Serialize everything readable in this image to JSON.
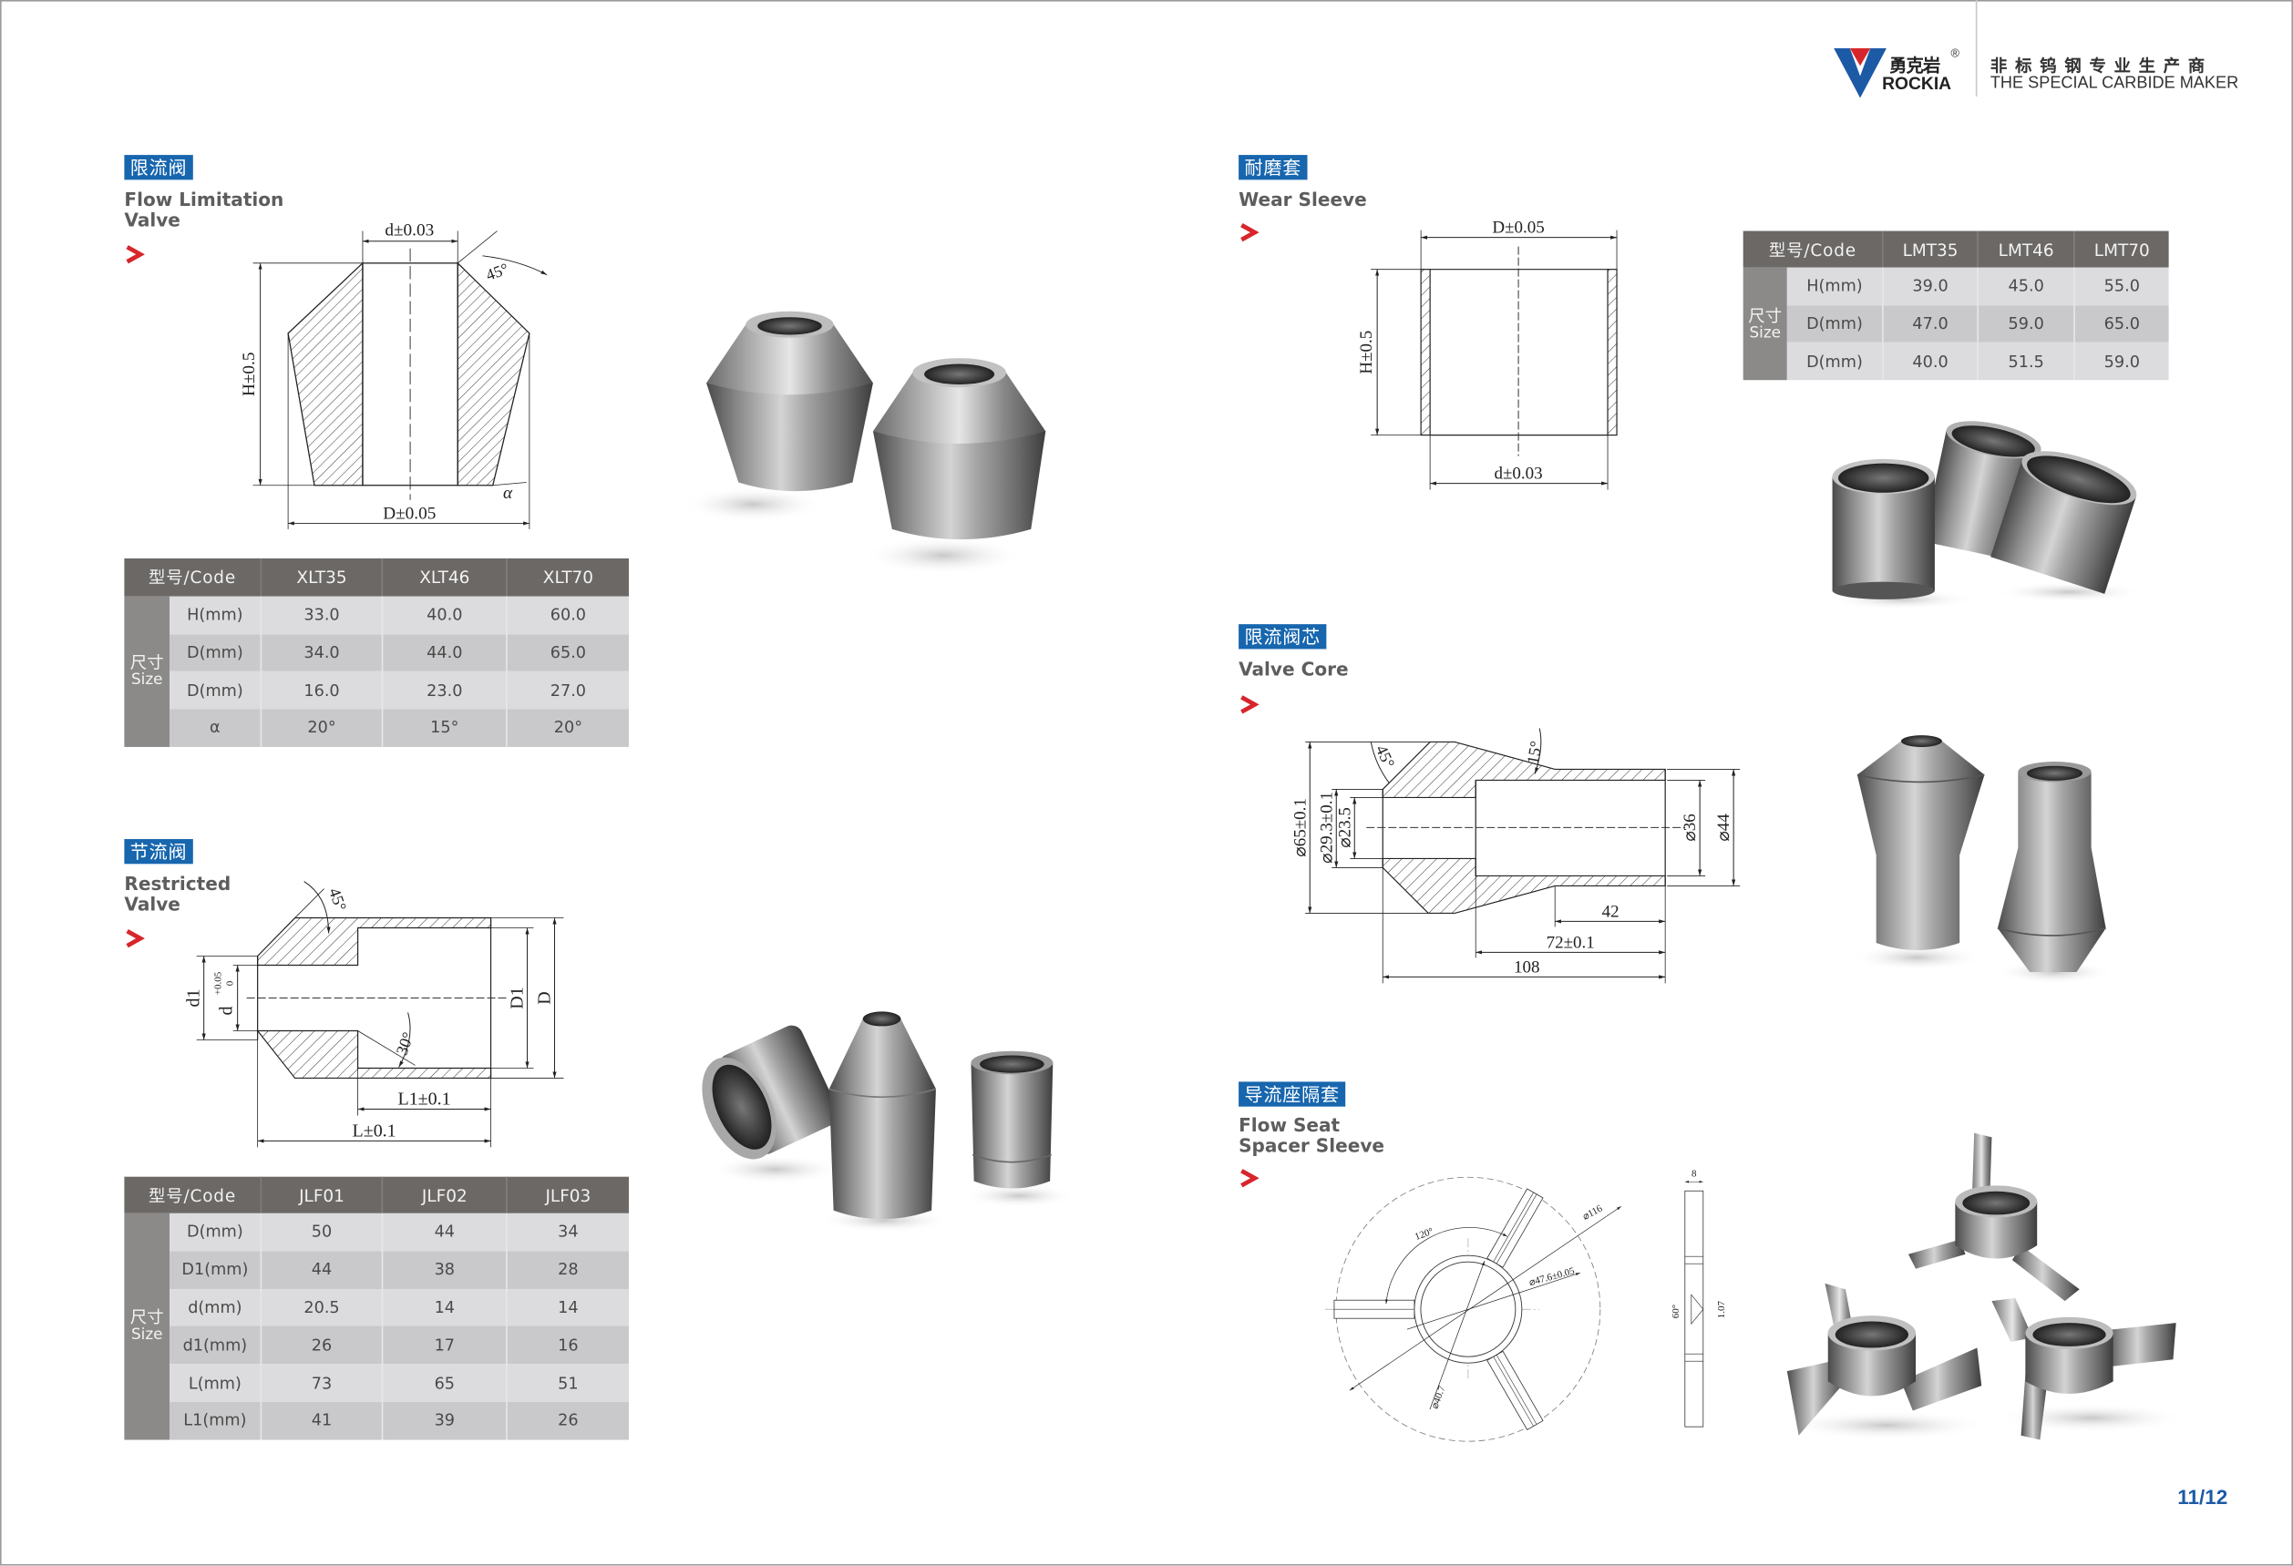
{
  "brand": {
    "logo_cn": "勇克岩",
    "registered": "®",
    "logo_en": "ROCKIA",
    "tagline_cn": "非标钨钢专业生产商",
    "tagline_en": "THE SPECIAL CARBIDE MAKER",
    "colors": {
      "blue": "#1c5aa6",
      "red": "#d7262b",
      "tag_blue": "#1766ae"
    }
  },
  "sections": {
    "flow_limitation_valve": {
      "tag": "限流阀",
      "title_line1": "Flow Limitation",
      "title_line2": "Valve",
      "drawing_labels": {
        "d": "d±0.03",
        "h": "H±0.5",
        "D": "D±0.05",
        "angle": "45°",
        "alpha": "α"
      },
      "table": {
        "code_header": "型号/Code",
        "size_cn": "尺寸",
        "size_en": "Size",
        "codes": [
          "XLT35",
          "XLT46",
          "XLT70"
        ],
        "rows": [
          {
            "param": "H(mm)",
            "values": [
              "33.0",
              "40.0",
              "60.0"
            ]
          },
          {
            "param": "D(mm)",
            "values": [
              "34.0",
              "44.0",
              "65.0"
            ]
          },
          {
            "param": "D(mm)",
            "values": [
              "16.0",
              "23.0",
              "27.0"
            ]
          },
          {
            "param": "α",
            "values": [
              "20°",
              "15°",
              "20°"
            ]
          }
        ]
      }
    },
    "restricted_valve": {
      "tag": "节流阀",
      "title_line1": "Restricted",
      "title_line2": "Valve",
      "drawing_labels": {
        "d1": "d1",
        "d": "d",
        "d_tol_upper": "+0.05",
        "d_tol_lower": "0",
        "D1": "D1",
        "D": "D",
        "L1": "L1±0.1",
        "L": "L±0.1",
        "angle45": "45°",
        "angle30": "30°"
      },
      "table": {
        "code_header": "型号/Code",
        "size_cn": "尺寸",
        "size_en": "Size",
        "codes": [
          "JLF01",
          "JLF02",
          "JLF03"
        ],
        "rows": [
          {
            "param": "D(mm)",
            "values": [
              "50",
              "44",
              "34"
            ]
          },
          {
            "param": "D1(mm)",
            "values": [
              "44",
              "38",
              "28"
            ]
          },
          {
            "param": "d(mm)",
            "values": [
              "20.5",
              "14",
              "14"
            ]
          },
          {
            "param": "d1(mm)",
            "values": [
              "26",
              "17",
              "16"
            ]
          },
          {
            "param": "L(mm)",
            "values": [
              "73",
              "65",
              "51"
            ]
          },
          {
            "param": "L1(mm)",
            "values": [
              "41",
              "39",
              "26"
            ]
          }
        ]
      }
    },
    "wear_sleeve": {
      "tag": "耐磨套",
      "title_line1": "Wear Sleeve",
      "drawing_labels": {
        "D": "D±0.05",
        "d": "d±0.03",
        "h": "H±0.5"
      },
      "table": {
        "code_header": "型号/Code",
        "size_cn": "尺寸",
        "size_en": "Size",
        "codes": [
          "LMT35",
          "LMT46",
          "LMT70"
        ],
        "rows": [
          {
            "param": "H(mm)",
            "values": [
              "39.0",
              "45.0",
              "55.0"
            ]
          },
          {
            "param": "D(mm)",
            "values": [
              "47.0",
              "59.0",
              "65.0"
            ]
          },
          {
            "param": "D(mm)",
            "values": [
              "40.0",
              "51.5",
              "59.0"
            ]
          }
        ]
      }
    },
    "valve_core": {
      "tag": "限流阀芯",
      "title_line1": "Valve Core",
      "drawing_labels": {
        "d65": "⌀65±0.1",
        "d29": "⌀29.3±0.1",
        "d23": "⌀23.5",
        "d36": "⌀36",
        "d44": "⌀44",
        "l42": "42",
        "l72": "72±0.1",
        "l108": "108",
        "angle45": "45°",
        "angle15": "15°"
      }
    },
    "flow_seat_spacer_sleeve": {
      "tag": "导流座隔套",
      "title_line1": "Flow Seat",
      "title_line2": "Spacer Sleeve",
      "drawing_labels": {
        "angle120": "120°",
        "d116": "⌀116",
        "d47": "⌀47.6±0.05",
        "d40": "⌀40.7",
        "w8": "8",
        "angle60": "60°",
        "t107": "1.07"
      }
    }
  },
  "page_number": "11/12"
}
